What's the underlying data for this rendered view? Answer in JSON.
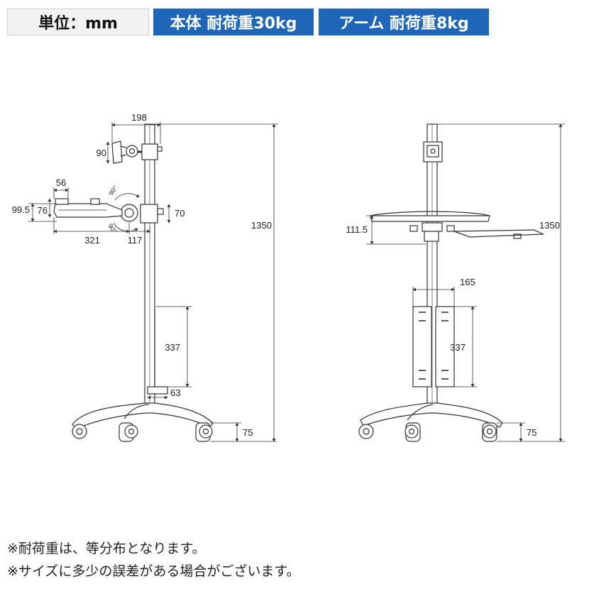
{
  "header": {
    "unit_label": "単位：mm",
    "load_main": "本体 耐荷重30kg",
    "load_arm": "アーム 耐荷重8kg"
  },
  "colors": {
    "header_blue": "#1f66b8",
    "unit_bg": "#f2f2f2",
    "line": "#333333"
  },
  "side_view": {
    "dims": {
      "arm_reach": "198",
      "vesa_height": "90",
      "tray_width": "56",
      "tray_total": "99.5",
      "tray_depth": "76",
      "angle_up": "90°",
      "angle_down": "90°",
      "clamp_height": "70",
      "shelf_length": "321",
      "arm_offset": "117",
      "bracket_height": "337",
      "bracket_offset": "63",
      "caster_height": "75",
      "total_height": "1350"
    }
  },
  "front_view": {
    "dims": {
      "shelf_height": "111.5",
      "bracket_width": "165",
      "bracket_height": "337",
      "caster_height": "75",
      "total_height": "1350"
    }
  },
  "notes": [
    "※耐荷重は、等分布となります。",
    "※サイズに多少の誤差がある場合がございます。"
  ]
}
